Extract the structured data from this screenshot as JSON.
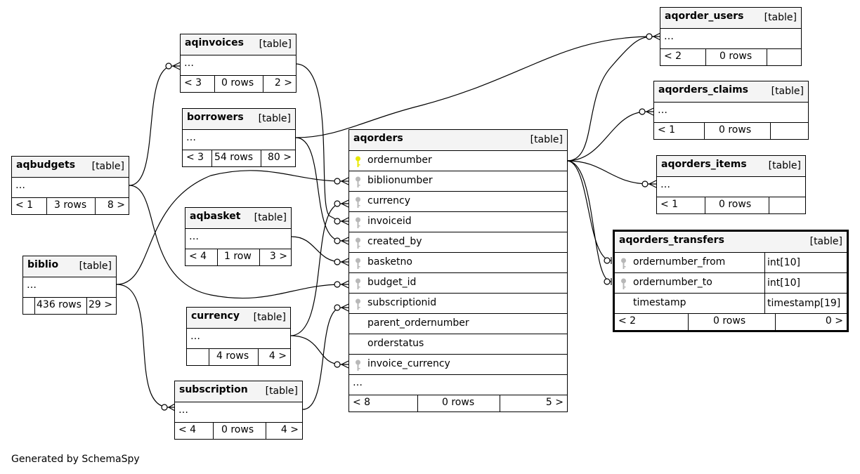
{
  "footer": "Generated by SchemaSpy",
  "colors": {
    "primary_key": "#e8e800",
    "foreign_key": "#b8b8b8",
    "header_bg": "#f4f4f4"
  },
  "tables": {
    "aqorder_users": {
      "name": "aqorder_users",
      "type": "[table]",
      "ellipsis": "…",
      "parents": "< 2",
      "rows": "0 rows",
      "children": ""
    },
    "aqinvoices": {
      "name": "aqinvoices",
      "type": "[table]",
      "ellipsis": "…",
      "parents": "< 3",
      "rows": "0 rows",
      "children": "2 >"
    },
    "aqorders_claims": {
      "name": "aqorders_claims",
      "type": "[table]",
      "ellipsis": "…",
      "parents": "< 1",
      "rows": "0 rows",
      "children": ""
    },
    "borrowers": {
      "name": "borrowers",
      "type": "[table]",
      "ellipsis": "…",
      "parents": "< 3",
      "rows": "54 rows",
      "children": "80 >"
    },
    "aqbudgets": {
      "name": "aqbudgets",
      "type": "[table]",
      "ellipsis": "…",
      "parents": "< 1",
      "rows": "3 rows",
      "children": "8 >"
    },
    "aqorders_items": {
      "name": "aqorders_items",
      "type": "[table]",
      "ellipsis": "…",
      "parents": "< 1",
      "rows": "0 rows",
      "children": ""
    },
    "aqbasket": {
      "name": "aqbasket",
      "type": "[table]",
      "ellipsis": "…",
      "parents": "< 4",
      "rows": "1 row",
      "children": "3 >"
    },
    "biblio": {
      "name": "biblio",
      "type": "[table]",
      "ellipsis": "…",
      "parents": "",
      "rows": "436 rows",
      "children": "29 >"
    },
    "currency": {
      "name": "currency",
      "type": "[table]",
      "ellipsis": "…",
      "parents": "",
      "rows": "4 rows",
      "children": "4 >"
    },
    "subscription": {
      "name": "subscription",
      "type": "[table]",
      "ellipsis": "…",
      "parents": "< 4",
      "rows": "0 rows",
      "children": "4 >"
    },
    "aqorders": {
      "name": "aqorders",
      "type": "[table]",
      "ellipsis": "…",
      "parents": "< 8",
      "rows": "0 rows",
      "children": "5 >",
      "columns": [
        {
          "name": "ordernumber",
          "key": "primary"
        },
        {
          "name": "biblionumber",
          "key": "foreign"
        },
        {
          "name": "currency",
          "key": "foreign"
        },
        {
          "name": "invoiceid",
          "key": "foreign"
        },
        {
          "name": "created_by",
          "key": "foreign"
        },
        {
          "name": "basketno",
          "key": "foreign"
        },
        {
          "name": "budget_id",
          "key": "foreign"
        },
        {
          "name": "subscriptionid",
          "key": "foreign"
        },
        {
          "name": "parent_ordernumber",
          "key": "none"
        },
        {
          "name": "orderstatus",
          "key": "none"
        },
        {
          "name": "invoice_currency",
          "key": "foreign"
        }
      ]
    },
    "aqorders_transfers": {
      "name": "aqorders_transfers",
      "type": "[table]",
      "parents": "< 2",
      "rows": "0 rows",
      "children": "0 >",
      "columns": [
        {
          "name": "ordernumber_from",
          "type": "int[10]",
          "key": "foreign"
        },
        {
          "name": "ordernumber_to",
          "type": "int[10]",
          "key": "foreign"
        },
        {
          "name": "timestamp",
          "type": "timestamp[19]",
          "key": "none"
        }
      ]
    }
  }
}
